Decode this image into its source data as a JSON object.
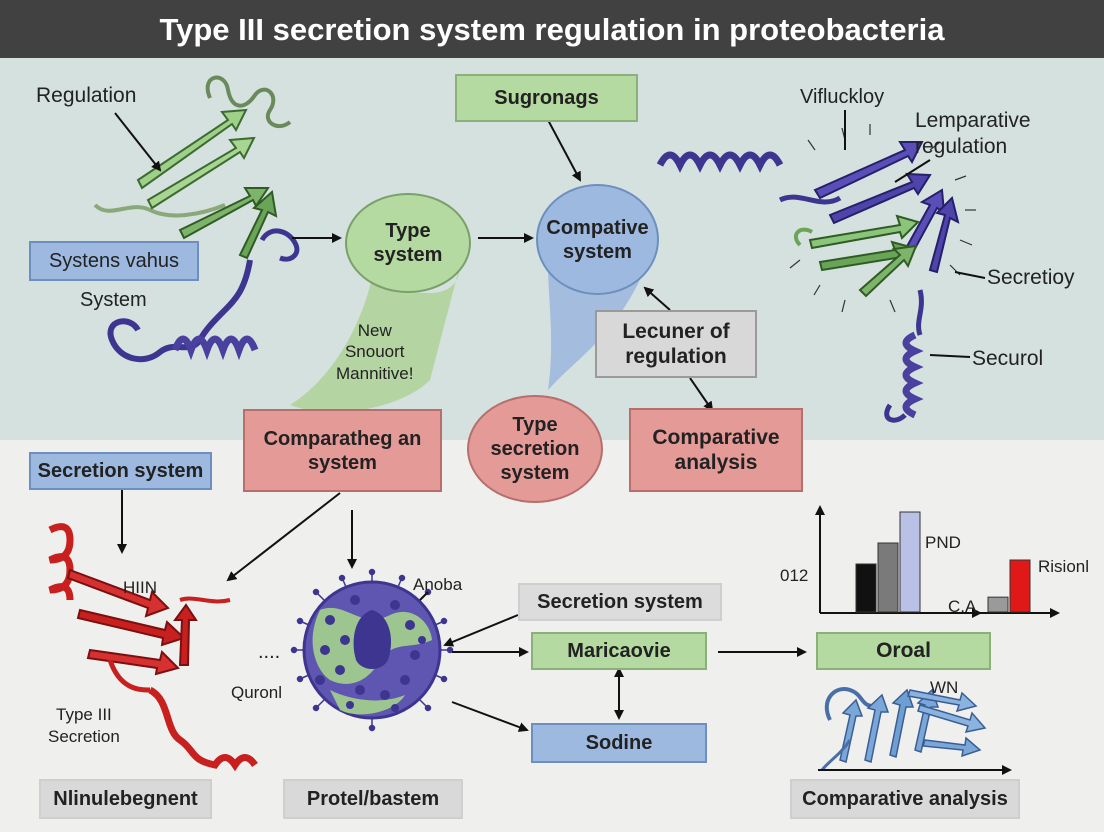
{
  "title": "Type III secretion system regulation in proteobacteria",
  "labels": {
    "regulation": "Regulation",
    "system": "System",
    "new_snouort": "New\nSnouort\nMannitive!",
    "vifluckloy": "Vifluckloy",
    "lemparative": "Lemparative\nregulation",
    "secretioy": "Secretioy",
    "securol": "Securol",
    "hiin": "HIIN",
    "type3_secretion": "Type III\nSecretion",
    "anoba": "Anoba",
    "dots": "....",
    "quronl": "Quronl",
    "pnd": "PND",
    "axis_012": "012",
    "rision": "Risionl",
    "ca": "C.A",
    "wn": "WN"
  },
  "boxes": {
    "sugronags": "Sugronags",
    "systens_vahus": "Systens vahus",
    "lecuner": "Lecuner of\nregulation",
    "comparathen": "Comparathеɡ an\nsystem",
    "comparative_analysis_red": "Comparative\nanalysis",
    "secretion_system_left": "Secretion system",
    "secretion_system_mid": "Secretion system",
    "maricaovie": "Maricaovie",
    "sodine": "Sodine",
    "oroal": "Oroal",
    "nlinulebegnent": "Nlinulebegnent",
    "protel_bastem": "Protel/bastem",
    "comparative_analysis_bottom": "Comparative analysis"
  },
  "ovals": {
    "type_system": "Type\nsystem",
    "compative_system": "Compative\nsystem",
    "type_secretion_system": "Type\nsecretion\nsystem"
  },
  "chart_data": [
    {
      "type": "bar",
      "categories": [
        "",
        "",
        ""
      ],
      "values": [
        48,
        69,
        100
      ],
      "colors": [
        "#111111",
        "#7a7a7a",
        "#b9c2e6"
      ]
    },
    {
      "type": "bar",
      "categories": [
        "",
        ""
      ],
      "values": [
        20,
        70
      ],
      "colors": [
        "#9a9a9a",
        "#e01818"
      ]
    }
  ],
  "colors": {
    "title_bg": "#414141",
    "upper_bg": "#d5e1df",
    "green": "#b4d9a1",
    "blue": "#9db9e0",
    "red": "#e49a97",
    "protein_purple": "#3d3590",
    "protein_green": "#6aa557",
    "protein_red": "#c81f1f",
    "protein_lightblue": "#6e9fd3"
  }
}
